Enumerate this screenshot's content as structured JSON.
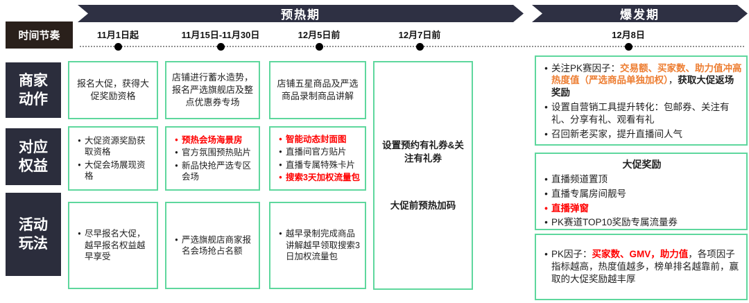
{
  "phases": [
    {
      "label": "预热期"
    },
    {
      "label": "爆发期"
    }
  ],
  "time_axis": {
    "row_label": "时间节奏",
    "dates": [
      {
        "label": "11月1日起"
      },
      {
        "label": "11月15日-11月30日"
      },
      {
        "label": "12月5日前"
      },
      {
        "label": "12月7日前"
      },
      {
        "label": "12月8日"
      }
    ]
  },
  "row_labels": [
    {
      "label": "商家动作"
    },
    {
      "label": "对应权益"
    },
    {
      "label": "活动玩法"
    }
  ],
  "warmup": {
    "col1": {
      "action": "报名大促，获得大促奖励资格",
      "rights": {
        "items": [
          {
            "segments": [
              {
                "t": "大促资源奖励获取资格"
              }
            ]
          },
          {
            "segments": [
              {
                "t": "大促会场展现资格"
              }
            ]
          }
        ]
      },
      "play": {
        "items": [
          {
            "segments": [
              {
                "t": "尽早报名大促，越早报名权益越早享受"
              }
            ]
          }
        ]
      }
    },
    "col2": {
      "action": "店铺进行蓄水造势，报名严选旗舰店及整点优惠券专场",
      "rights": {
        "items": [
          {
            "bullet": "red",
            "segments": [
              {
                "t": "预热会场海景房",
                "s": "red"
              }
            ]
          },
          {
            "segments": [
              {
                "t": "官方氛围预热贴片"
              }
            ]
          },
          {
            "segments": [
              {
                "t": "新品快抢严选专区会场"
              }
            ]
          }
        ]
      },
      "play": {
        "items": [
          {
            "segments": [
              {
                "t": "严选旗舰店商家报名会场抢占名额"
              }
            ]
          }
        ]
      }
    },
    "col3": {
      "action": "店铺五星商品及严选商品录制商品讲解",
      "rights": {
        "items": [
          {
            "bullet": "red",
            "segments": [
              {
                "t": "智能动态封面图",
                "s": "red"
              }
            ]
          },
          {
            "segments": [
              {
                "t": "直播间官方贴片"
              }
            ]
          },
          {
            "segments": [
              {
                "t": "直播专属特殊卡片"
              }
            ]
          },
          {
            "bullet": "red",
            "segments": [
              {
                "t": "搜索3天加权流量包",
                "s": "red"
              }
            ]
          }
        ]
      },
      "play": {
        "items": [
          {
            "segments": [
              {
                "t": "越早录制完成商品讲解越早领取搜索3日加权流量包"
              }
            ]
          }
        ]
      }
    },
    "col4": {
      "line1": "设置预约有礼券&关注有礼券",
      "line2": "大促前预热加码"
    }
  },
  "burst": {
    "action": {
      "items": [
        {
          "segments": [
            {
              "t": "关注PK赛因子："
            },
            {
              "t": "交易额、买家数、助力值冲高热度值（严选商品单独加权）",
              "s": "orange"
            },
            {
              "t": "，"
            },
            {
              "t": "获取大促返场奖励",
              "s": "bold"
            }
          ]
        },
        {
          "segments": [
            {
              "t": "设置自营销工具提升转化：包邮券、关注有礼、分享有礼、观看有礼"
            }
          ]
        },
        {
          "segments": [
            {
              "t": "召回新老买家，提升直播间人气"
            }
          ]
        }
      ]
    },
    "rights": {
      "title": "大促奖励",
      "items": [
        {
          "segments": [
            {
              "t": "直播频道置顶"
            }
          ]
        },
        {
          "segments": [
            {
              "t": "直播专属房间靓号"
            }
          ]
        },
        {
          "bullet": "red",
          "segments": [
            {
              "t": "直播弹窗",
              "s": "red"
            }
          ]
        },
        {
          "segments": [
            {
              "t": "PK赛道TOP10奖励专属流量券"
            }
          ]
        }
      ]
    },
    "play": {
      "items": [
        {
          "segments": [
            {
              "t": "PK因子："
            },
            {
              "t": "买家数、GMV，助力值",
              "s": "red"
            },
            {
              "t": "，各项因子指标越高，热度值越多，榜单排名越靠前，赢取的大促奖励越丰厚"
            }
          ]
        }
      ]
    }
  },
  "colors": {
    "phase_banner": "#2e3043",
    "row_label_bg": "#2b2d3c",
    "time_label_bg": "#2a201b",
    "box_border": "#5ed79d",
    "highlight_red": "#ff0000",
    "highlight_orange": "#ed7d31",
    "timeline_dot": "#000000"
  }
}
